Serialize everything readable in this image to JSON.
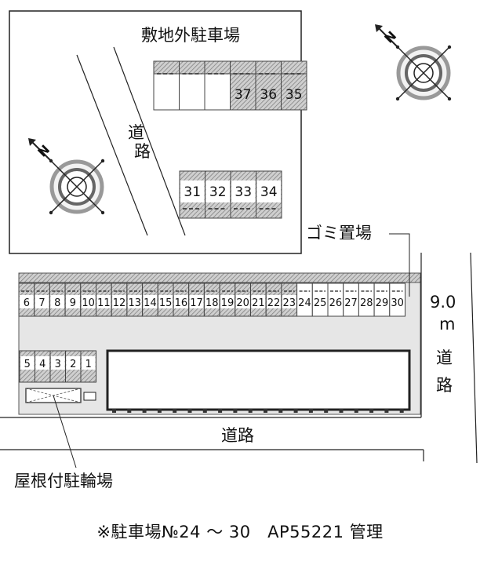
{
  "offsite_lot": {
    "title": "敷地外駐車場",
    "road_label": "道路",
    "top_row": [
      "",
      "",
      "",
      "37",
      "36",
      "35"
    ],
    "bottom_row": [
      "31",
      "32",
      "33",
      "34"
    ]
  },
  "main_lot": {
    "long_row": [
      "6",
      "7",
      "8",
      "9",
      "10",
      "11",
      "12",
      "13",
      "14",
      "15",
      "16",
      "17",
      "18",
      "19",
      "20",
      "21",
      "22",
      "23",
      "24",
      "25",
      "26",
      "27",
      "28",
      "29",
      "30"
    ],
    "short_row": [
      "5",
      "4",
      "3",
      "2",
      "1"
    ],
    "trash_label": "ゴミ置場",
    "bike_label": "屋根付駐輪場"
  },
  "roads": {
    "bottom_label": "道路",
    "side_width": "9.0",
    "side_unit": "m",
    "side_label": "道路"
  },
  "compass": {
    "north_letter": "N"
  },
  "footer": {
    "note": "※駐車場№24 ～ 30　AP55221 管理"
  },
  "colors": {
    "building": "#e6e6e6",
    "hatch": "#888888"
  }
}
